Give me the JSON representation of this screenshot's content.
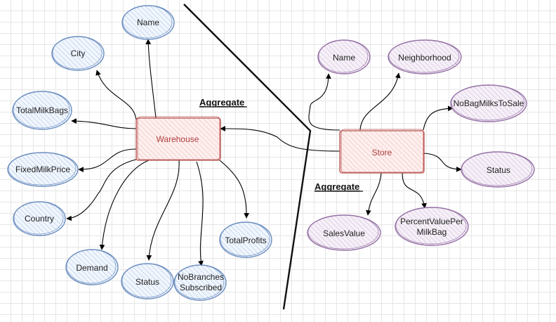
{
  "labels": {
    "aggregate_left": "Aggregate",
    "aggregate_right": "Aggregate"
  },
  "warehouse": {
    "name": "Warehouse",
    "attributes": {
      "name": "Name",
      "city": "City",
      "total_milk_bags": "TotalMilkBags",
      "fixed_milk_price": "FixedMilkPrice",
      "country": "Country",
      "demand": "Demand",
      "status": "Status",
      "no_branches_line1": "NoBranches",
      "no_branches_line2": "Subscribed",
      "total_profits": "TotalProfits"
    }
  },
  "store": {
    "name": "Store",
    "attributes": {
      "name": "Name",
      "neighborhood": "Neighborhood",
      "no_bag_milks": "NoBagMilksToSale",
      "status": "Status",
      "sales_value": "SalesValue",
      "percent_line1": "PercentValuePer",
      "percent_line2": "MilkBag"
    }
  },
  "colors": {
    "warehouse_attr_stroke": "#6c8ebf",
    "warehouse_attr_fill": "#dae8fc",
    "store_attr_stroke": "#9673a6",
    "store_attr_fill": "#e1d5e7",
    "entity_stroke": "#b85450",
    "entity_fill": "#f8cecc"
  }
}
